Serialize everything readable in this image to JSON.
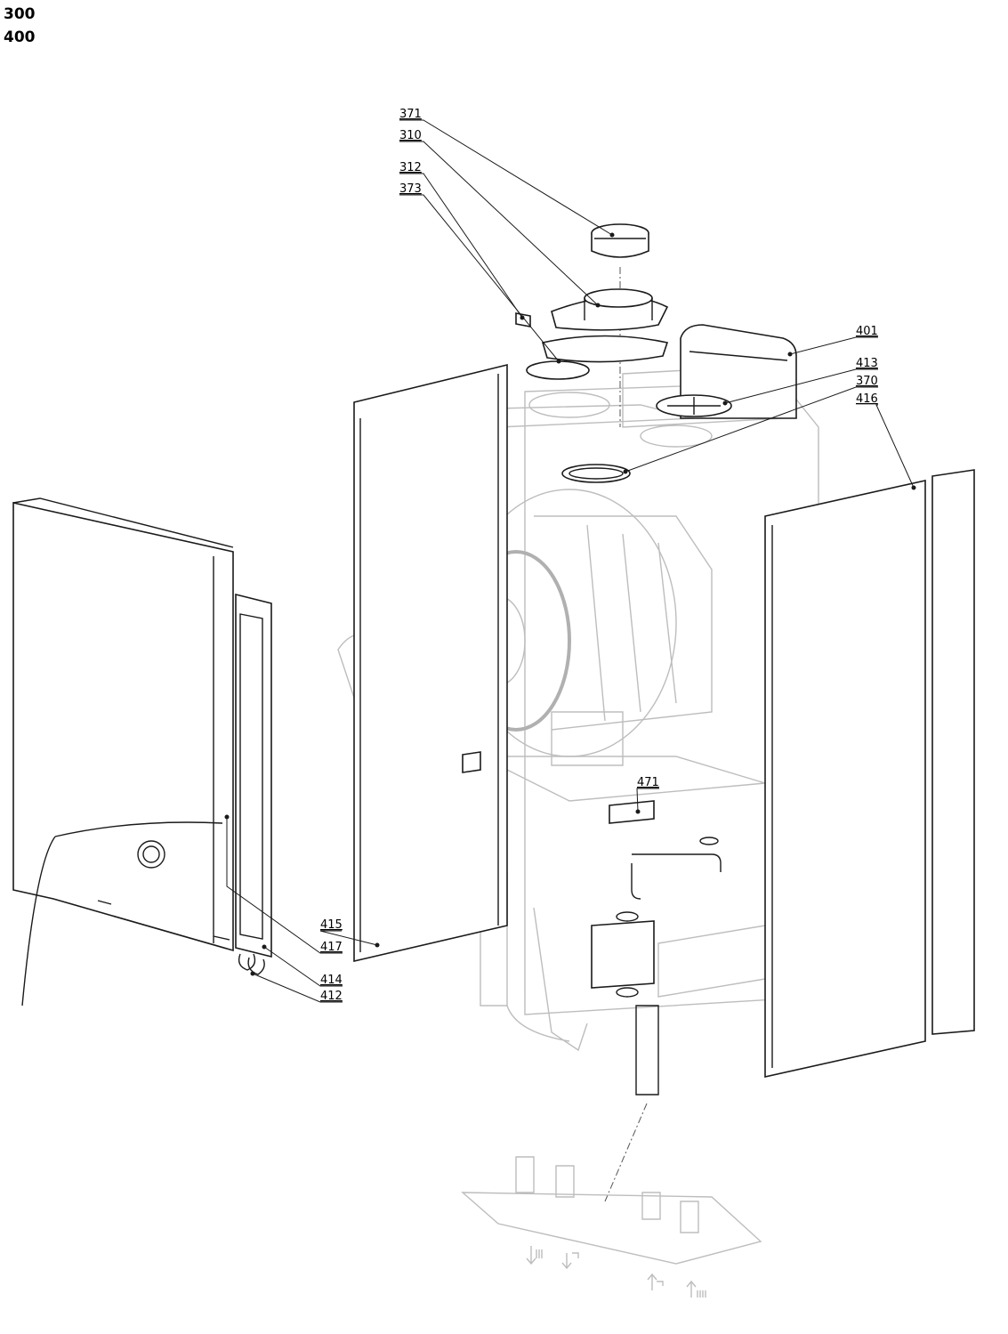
{
  "header": {
    "model_labels": [
      "300",
      "400"
    ]
  },
  "callouts": {
    "c371": "371",
    "c310": "310",
    "c312": "312",
    "c373": "373",
    "c401": "401",
    "c413": "413",
    "c370": "370",
    "c416": "416",
    "c471": "471",
    "c415": "415",
    "c417": "417",
    "c414": "414",
    "c412": "412"
  },
  "icons": [
    "arrow-down-icon",
    "arrow-up-icon",
    "tap-icon",
    "radiator-icon"
  ]
}
